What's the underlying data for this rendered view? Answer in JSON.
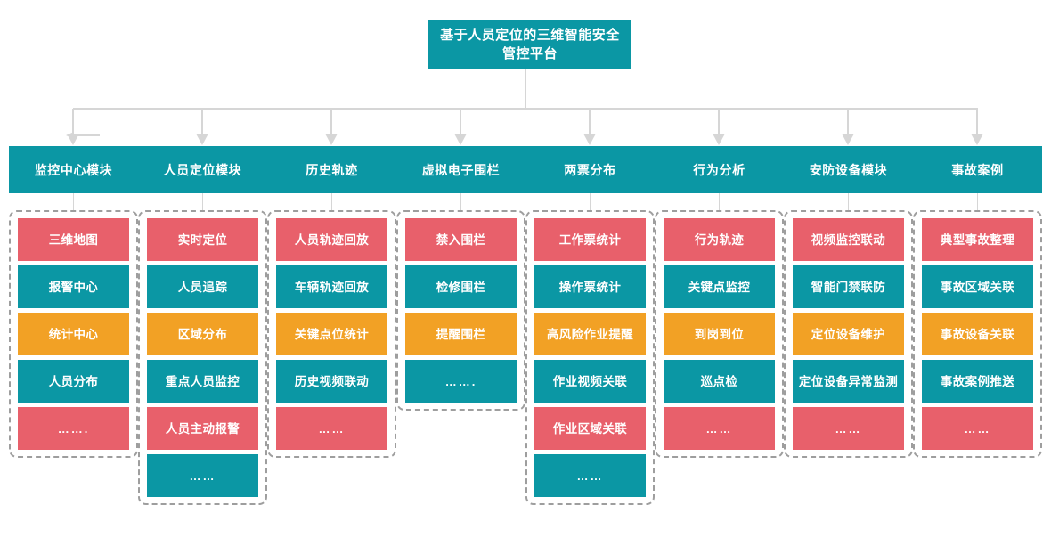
{
  "diagram": {
    "title": "基于人员定位的三维智能安全管控平台",
    "palette": {
      "teal": "#0b97a4",
      "red": "#e8606b",
      "orange": "#f2a125",
      "connector": "#d6d6d6",
      "group_border": "#9e9e9e",
      "text": "#ffffff"
    },
    "columns": [
      {
        "header": "监控中心模块",
        "items": [
          {
            "label": "三维地图",
            "color": "red"
          },
          {
            "label": "报警中心",
            "color": "teal"
          },
          {
            "label": "统计中心",
            "color": "orange"
          },
          {
            "label": "人员分布",
            "color": "teal"
          },
          {
            "label": "…….",
            "color": "red"
          }
        ]
      },
      {
        "header": "人员定位模块",
        "items": [
          {
            "label": "实时定位",
            "color": "red"
          },
          {
            "label": "人员追踪",
            "color": "teal"
          },
          {
            "label": "区域分布",
            "color": "orange"
          },
          {
            "label": "重点人员监控",
            "color": "teal"
          },
          {
            "label": "人员主动报警",
            "color": "red"
          },
          {
            "label": "……",
            "color": "teal"
          }
        ]
      },
      {
        "header": "历史轨迹",
        "items": [
          {
            "label": "人员轨迹回放",
            "color": "red"
          },
          {
            "label": "车辆轨迹回放",
            "color": "teal"
          },
          {
            "label": "关键点位统计",
            "color": "orange"
          },
          {
            "label": "历史视频联动",
            "color": "teal"
          },
          {
            "label": "……",
            "color": "red"
          }
        ]
      },
      {
        "header": "虚拟电子围栏",
        "items": [
          {
            "label": "禁入围栏",
            "color": "red"
          },
          {
            "label": "检修围栏",
            "color": "teal"
          },
          {
            "label": "提醒围栏",
            "color": "orange"
          },
          {
            "label": "…….",
            "color": "teal"
          }
        ]
      },
      {
        "header": "两票分布",
        "items": [
          {
            "label": "工作票统计",
            "color": "red"
          },
          {
            "label": "操作票统计",
            "color": "teal"
          },
          {
            "label": "高风险作业提醒",
            "color": "orange"
          },
          {
            "label": "作业视频关联",
            "color": "teal"
          },
          {
            "label": "作业区域关联",
            "color": "red"
          },
          {
            "label": "……",
            "color": "teal"
          }
        ]
      },
      {
        "header": "行为分析",
        "items": [
          {
            "label": "行为轨迹",
            "color": "red"
          },
          {
            "label": "关键点监控",
            "color": "teal"
          },
          {
            "label": "到岗到位",
            "color": "orange"
          },
          {
            "label": "巡点检",
            "color": "teal"
          },
          {
            "label": "……",
            "color": "red"
          }
        ]
      },
      {
        "header": "安防设备模块",
        "items": [
          {
            "label": "视频监控联动",
            "color": "red"
          },
          {
            "label": "智能门禁联防",
            "color": "teal"
          },
          {
            "label": "定位设备维护",
            "color": "orange"
          },
          {
            "label": "定位设备异常监测",
            "color": "teal"
          },
          {
            "label": "……",
            "color": "red"
          }
        ]
      },
      {
        "header": "事故案例",
        "items": [
          {
            "label": "典型事故整理",
            "color": "red"
          },
          {
            "label": "事故区域关联",
            "color": "teal"
          },
          {
            "label": "事故设备关联",
            "color": "orange"
          },
          {
            "label": "事故案例推送",
            "color": "teal"
          },
          {
            "label": "……",
            "color": "red"
          }
        ]
      }
    ]
  }
}
